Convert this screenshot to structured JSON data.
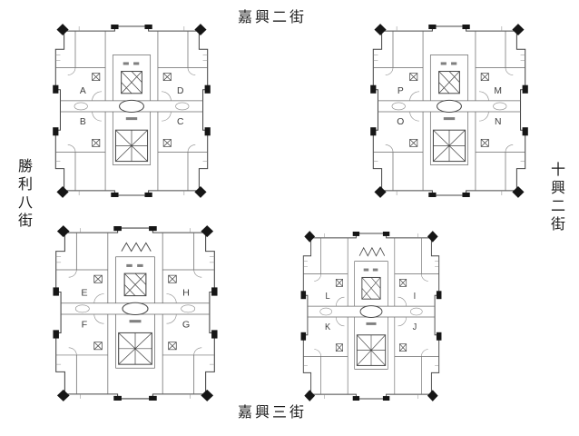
{
  "streets": {
    "top": "嘉興二街",
    "bottom": "嘉興三街",
    "left": "勝利八街",
    "right": "十興二街"
  },
  "buildings": [
    {
      "name": "north-west-building",
      "units": {
        "tl": "A",
        "tr": "D",
        "bl": "B",
        "br": "C"
      }
    },
    {
      "name": "north-east-building",
      "units": {
        "tl": "P",
        "tr": "M",
        "bl": "O",
        "br": "N"
      }
    },
    {
      "name": "south-west-building",
      "units": {
        "tl": "E",
        "tr": "H",
        "bl": "F",
        "br": "G"
      }
    },
    {
      "name": "south-east-building",
      "units": {
        "tl": "L",
        "tr": "I",
        "bl": "K",
        "br": "J"
      }
    }
  ],
  "colors": {
    "line": "#474747",
    "column": "#161616",
    "background": "#ffffff",
    "text": "#1a1a1a"
  }
}
